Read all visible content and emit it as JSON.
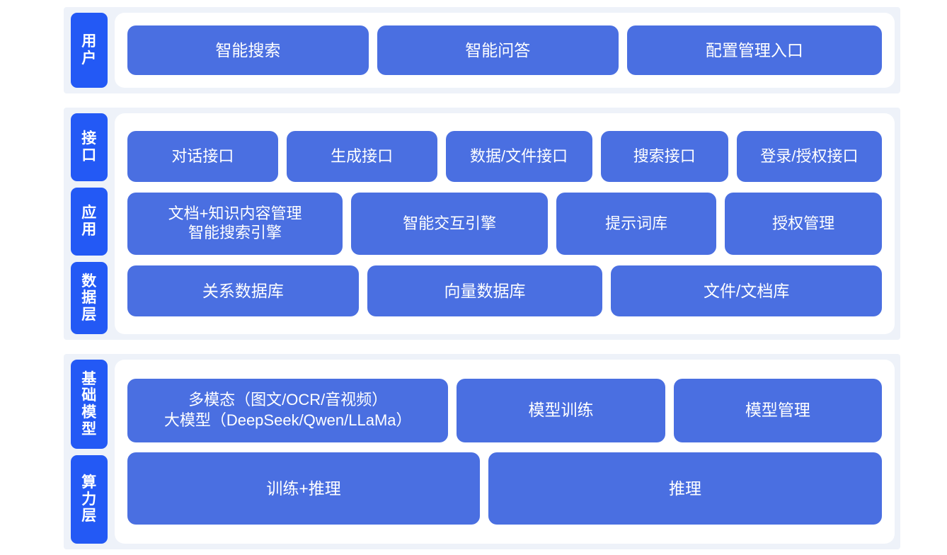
{
  "theme": {
    "page_background": "#ffffff",
    "band_background": "#eef2f9",
    "card_background": "#ffffff",
    "tag_color": "#2359f5",
    "box_color": "#4a6fe1",
    "text_color": "#ffffff"
  },
  "sections": [
    {
      "id": "user",
      "tags": [
        {
          "label": "用户"
        }
      ],
      "rows": [
        {
          "id": "user-row",
          "boxes": [
            {
              "label": "智能搜索"
            },
            {
              "label": "智能问答"
            },
            {
              "label": "配置管理入口"
            }
          ]
        }
      ]
    },
    {
      "id": "middle",
      "tags": [
        {
          "label": "接口"
        },
        {
          "label": "应用"
        },
        {
          "label": "数据层"
        }
      ],
      "rows": [
        {
          "id": "interface-row",
          "boxes": [
            {
              "label": "对话接口"
            },
            {
              "label": "生成接口"
            },
            {
              "label": "数据/文件接口"
            },
            {
              "label": "搜索接口"
            },
            {
              "label": "登录/授权接口"
            }
          ]
        },
        {
          "id": "application-row",
          "boxes": [
            {
              "label": "文档+知识内容管理\n智能搜索引擎"
            },
            {
              "label": "智能交互引擎"
            },
            {
              "label": "提示词库"
            },
            {
              "label": "授权管理"
            }
          ]
        },
        {
          "id": "data-row",
          "boxes": [
            {
              "label": "关系数据库"
            },
            {
              "label": "向量数据库"
            },
            {
              "label": "文件/文档库"
            }
          ]
        }
      ]
    },
    {
      "id": "bottom",
      "tags": [
        {
          "label": "基础模型"
        },
        {
          "label": "算力层"
        }
      ],
      "rows": [
        {
          "id": "model-row",
          "boxes": [
            {
              "label": "多模态（图文/OCR/音视频）\n大模型（DeepSeek/Qwen/LLaMa）"
            },
            {
              "label": "模型训练"
            },
            {
              "label": "模型管理"
            }
          ]
        },
        {
          "id": "power-row",
          "boxes": [
            {
              "label": "训练+推理"
            },
            {
              "label": "推理"
            }
          ]
        }
      ]
    }
  ]
}
